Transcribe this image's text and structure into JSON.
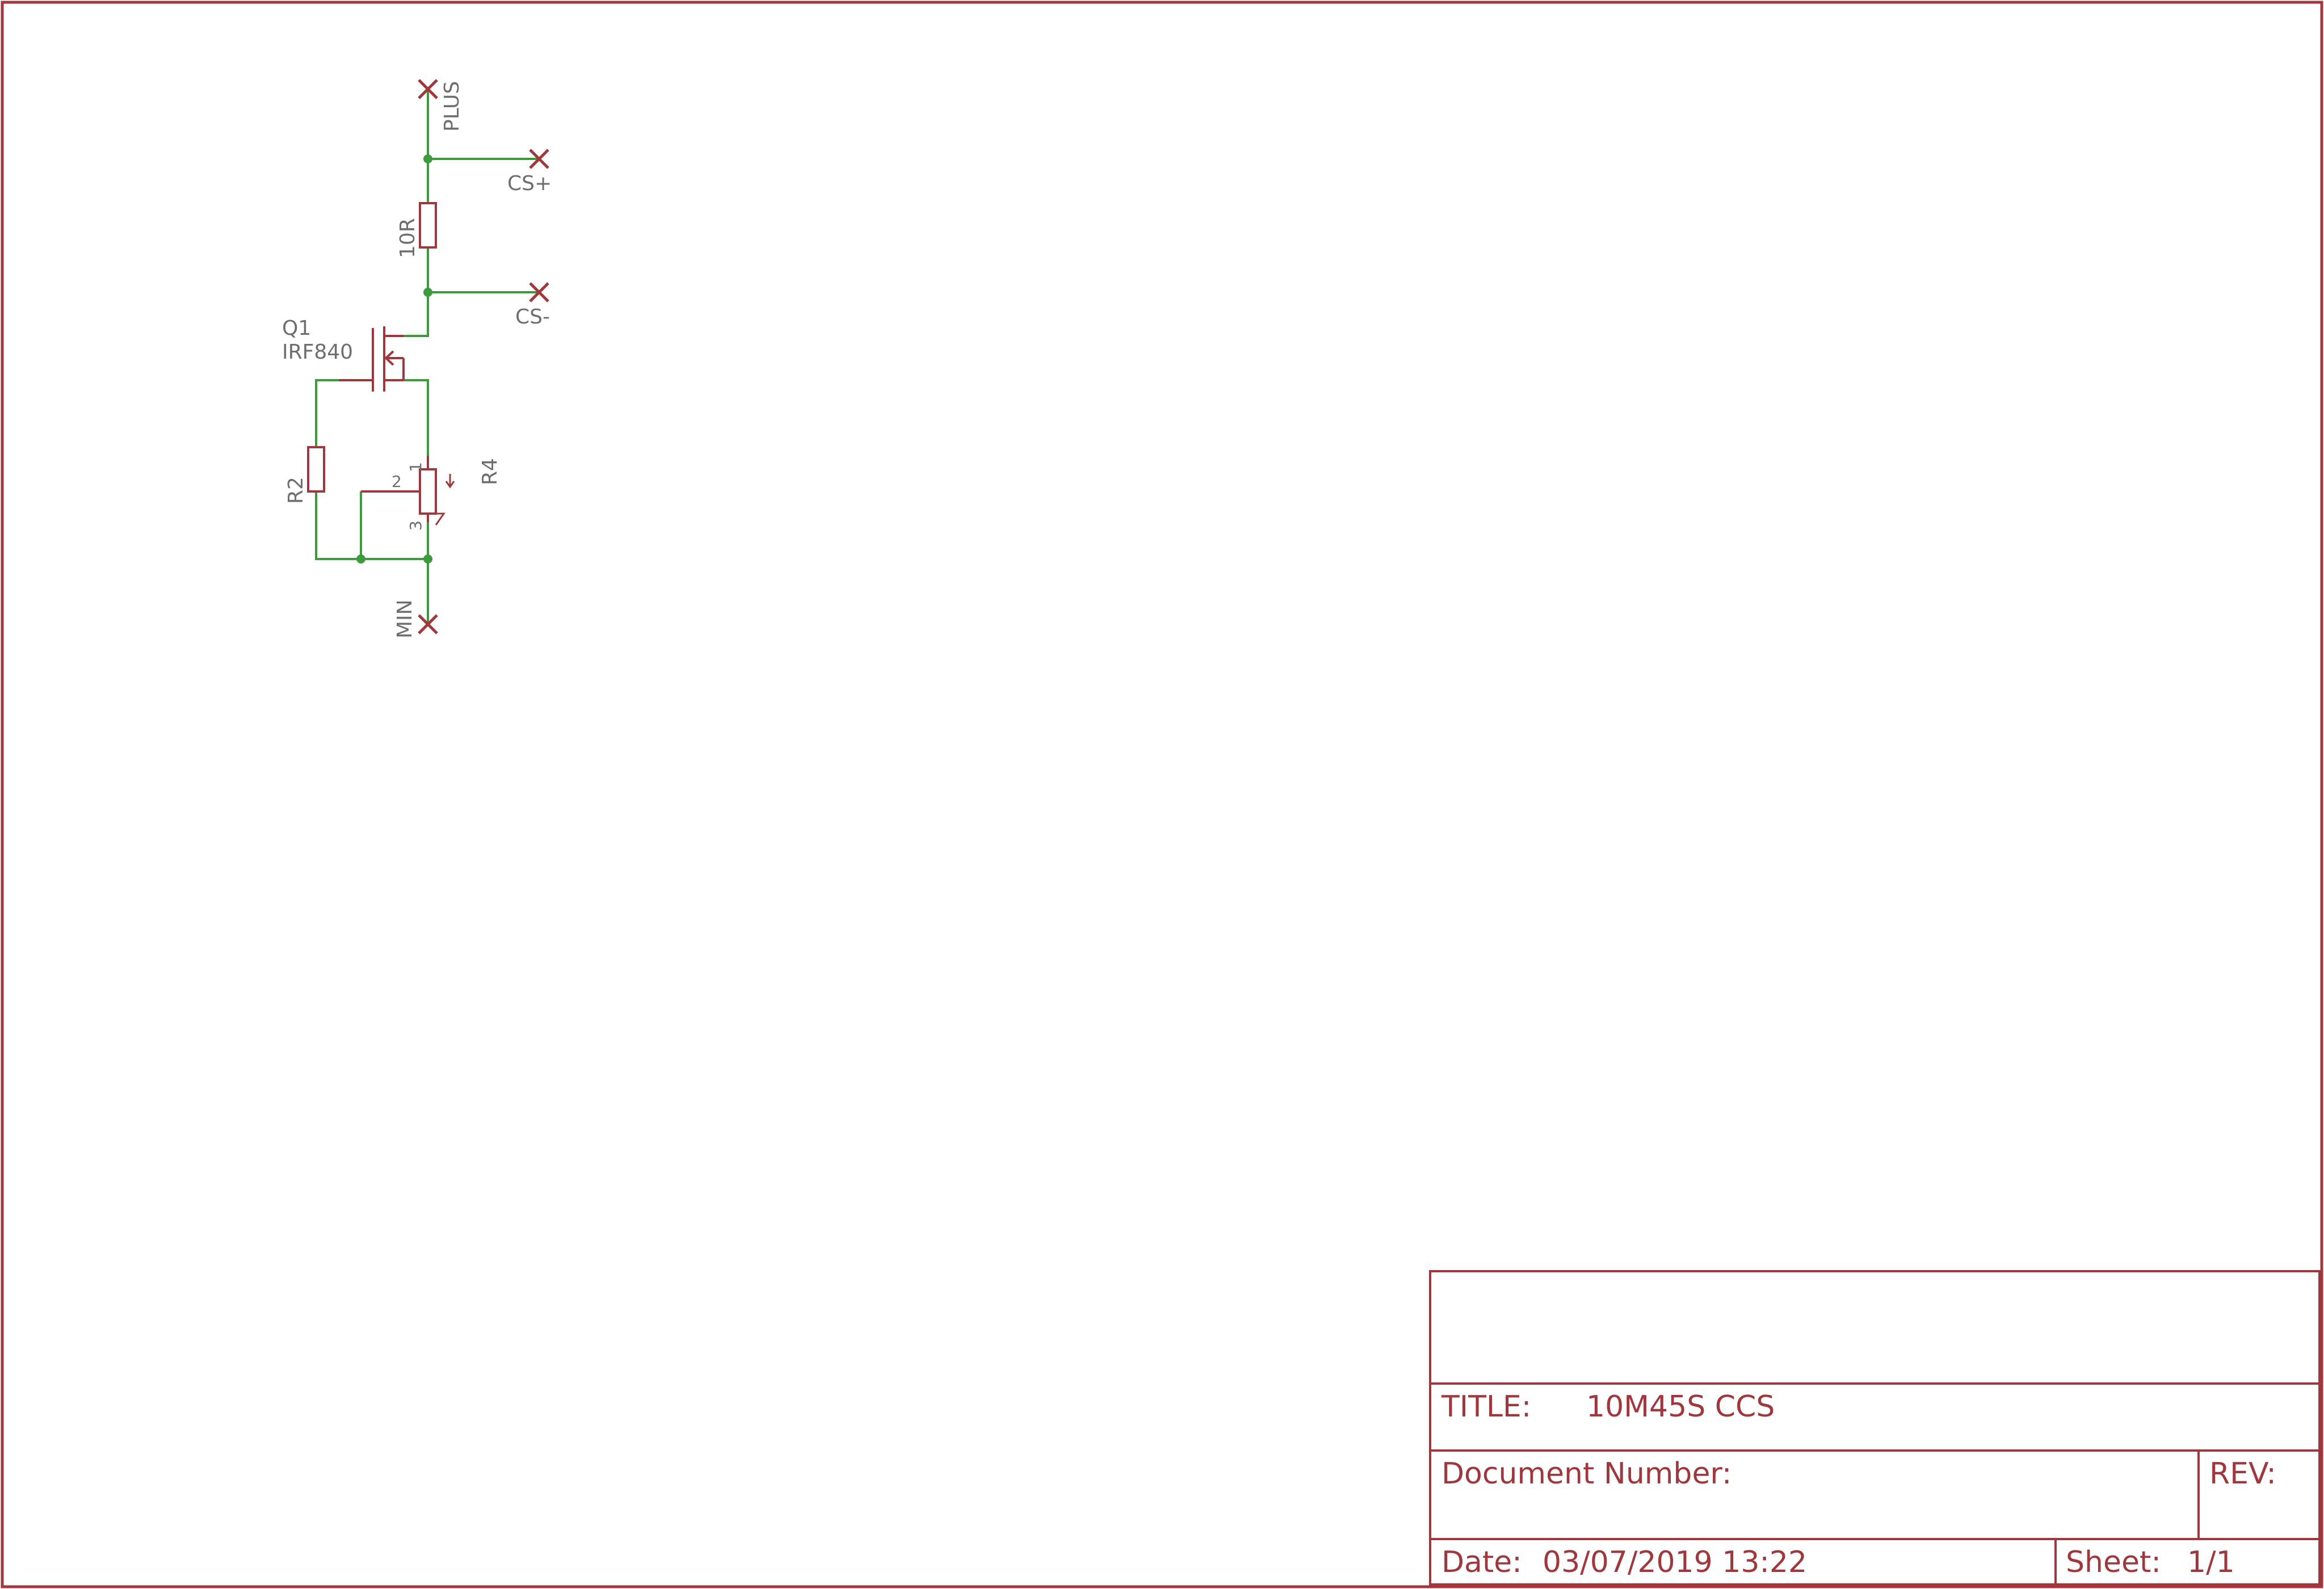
{
  "schematic": {
    "nets": {
      "plus": "PLUS",
      "cs_plus": "CS+",
      "cs_minus": "CS-",
      "min": "MIN"
    },
    "components": {
      "q1_ref": "Q1",
      "q1_value": "IRF840",
      "r_top_value": "10R",
      "r2_ref": "R2",
      "r4_ref": "R4",
      "r4_pin1": "1",
      "r4_pin2": "2",
      "r4_pin3": "3"
    },
    "colors": {
      "frame": "#a0373c",
      "wire": "#3c9b3c",
      "label": "#6e6e6e"
    }
  },
  "title_block": {
    "title_label": "TITLE:",
    "title_value": "10M45S CCS",
    "doc_number_label": "Document Number:",
    "rev_label": "REV:",
    "date_label": "Date:",
    "date_value": "03/07/2019 13:22",
    "sheet_label": "Sheet:",
    "sheet_value": "1/1"
  }
}
